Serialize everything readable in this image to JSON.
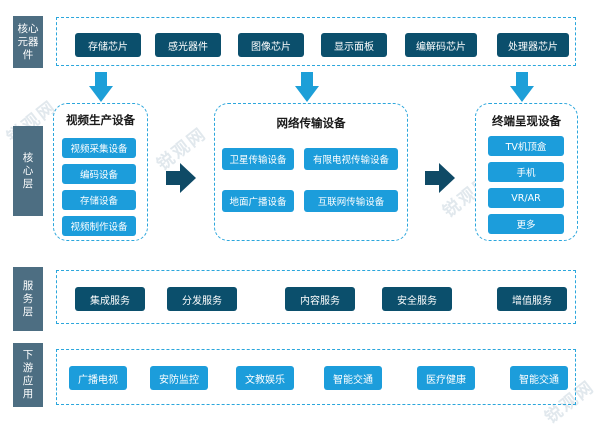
{
  "rows": {
    "core_components": "核心元器件",
    "core_layer": "核心层",
    "service_layer": "服务层",
    "downstream": "下游应用"
  },
  "components": [
    "存储芯片",
    "感光器件",
    "图像芯片",
    "显示面板",
    "编解码芯片",
    "处理器芯片"
  ],
  "production": {
    "title": "视频生产设备",
    "items": [
      "视频采集设备",
      "编码设备",
      "存储设备",
      "视频制作设备"
    ]
  },
  "network": {
    "title": "网络传输设备",
    "items": [
      "卫星传输设备",
      "有限电视传输设备",
      "地面广播设备",
      "互联网传输设备"
    ]
  },
  "terminal": {
    "title": "终端呈现设备",
    "items": [
      "TV机顶盒",
      "手机",
      "VR/AR",
      "更多"
    ]
  },
  "services": [
    "集成服务",
    "分发服务",
    "内容服务",
    "安全服务",
    "增值服务"
  ],
  "applications": [
    "广播电视",
    "安防监控",
    "文教娱乐",
    "智能交通",
    "医疗健康",
    "智能交通"
  ],
  "watermark": "锐观网",
  "colors": {
    "dark_chip": "#0b4f6c",
    "light_chip": "#1c9ddb",
    "dashed_border": "#2ba6dc",
    "side_label": "#4d6e82",
    "arrow": "#1d9fd8",
    "dark_arrow": "#0f4a66"
  }
}
